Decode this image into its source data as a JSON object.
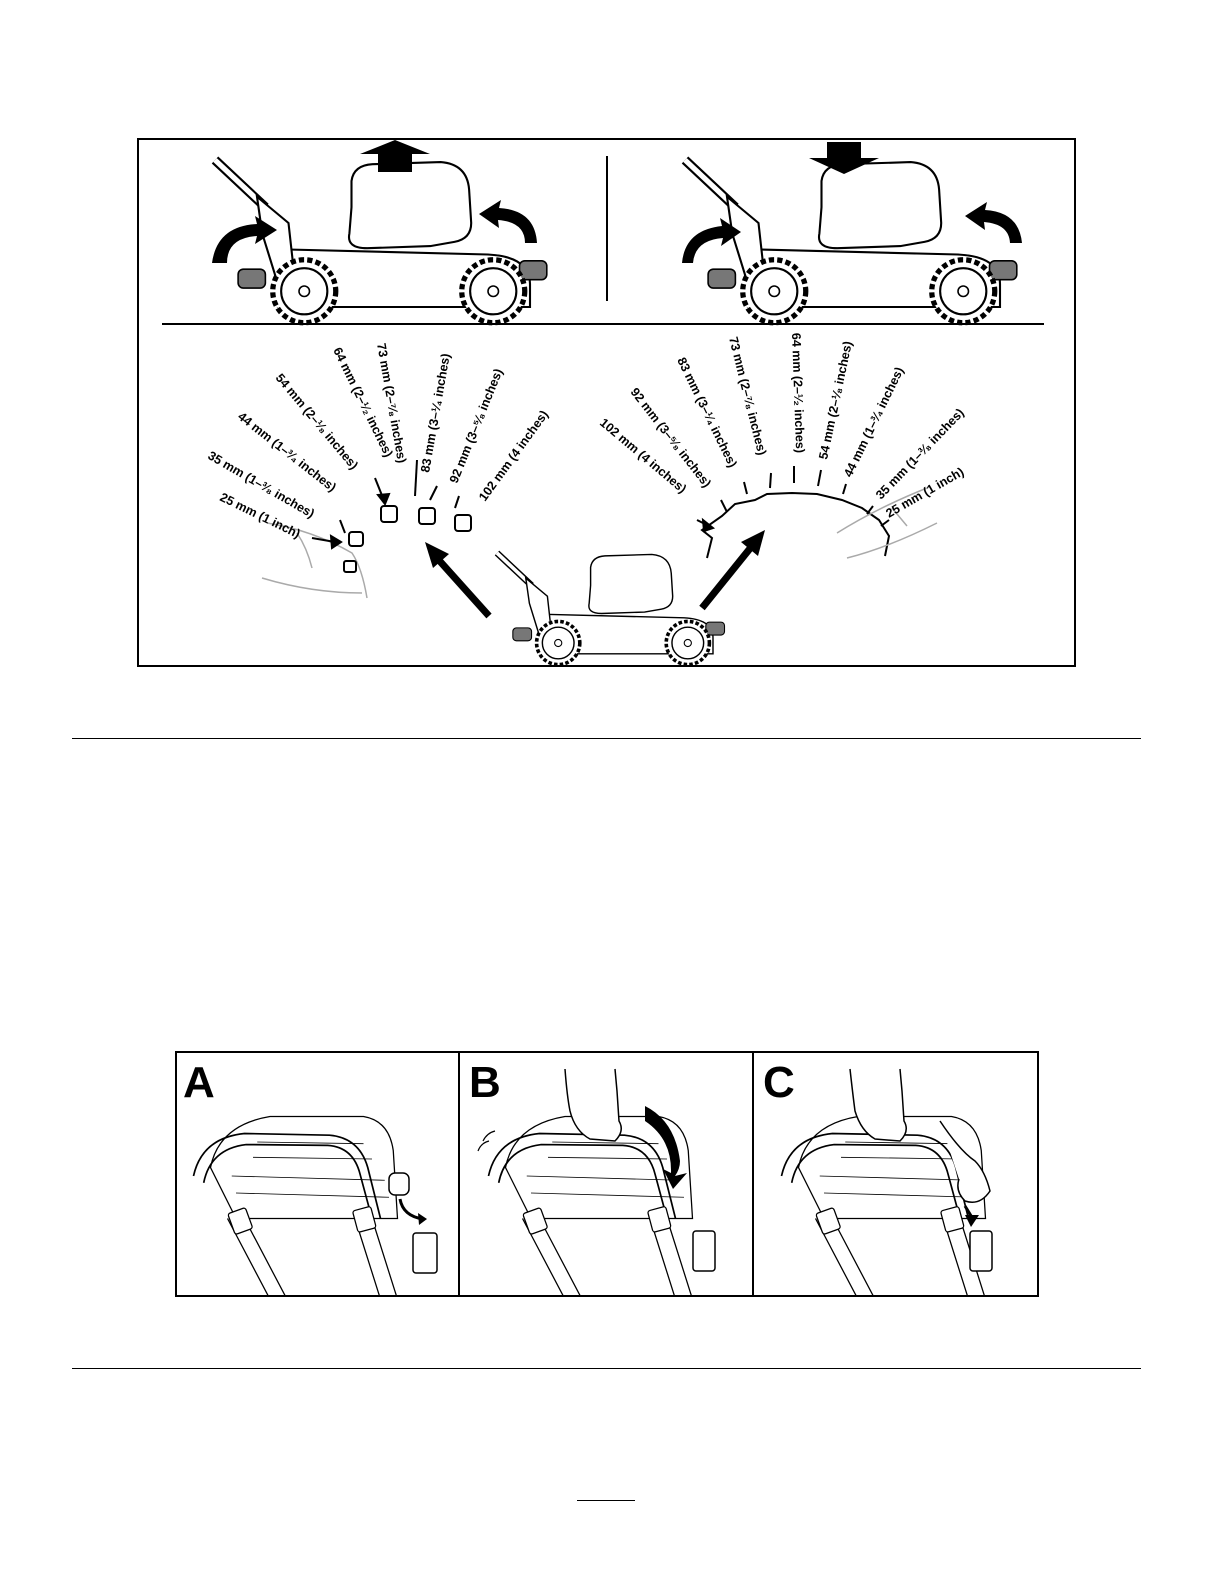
{
  "figure1": {
    "heights_left": [
      "25 mm (1 inch)",
      "35 mm (1–³⁄₈ inches)",
      "44 mm (1–³⁄₄ inches)",
      "54 mm (2–¹⁄₈ inches)",
      "64 mm (2–¹⁄₂ inches)",
      "73 mm (2–⁷⁄₈ inches)",
      "83 mm (3–¹⁄₄ inches)",
      "92 mm (3–⁵⁄₈ inches)",
      "102 mm (4 inches)"
    ],
    "heights_right": [
      "102 mm (4 inches)",
      "92 mm (3–⁵⁄₈ inches)",
      "83 mm (3–¹⁄₄ inches)",
      "73 mm (2–⁷⁄₈ inches)",
      "64 mm (2–¹⁄₂ inches)",
      "54 mm (2–¹⁄₈ inches)",
      "44 mm (1–³⁄₄ inches)",
      "35 mm (1–³⁄₈ inches)",
      "25 mm (1 inch)"
    ]
  },
  "figure2": {
    "panels": [
      {
        "letter": "A"
      },
      {
        "letter": "B"
      },
      {
        "letter": "C"
      }
    ]
  },
  "icons": [
    "arrow-up-icon",
    "arrow-down-icon",
    "curved-arrow-icon",
    "lawn-mower-illustration",
    "hand-illustration"
  ]
}
